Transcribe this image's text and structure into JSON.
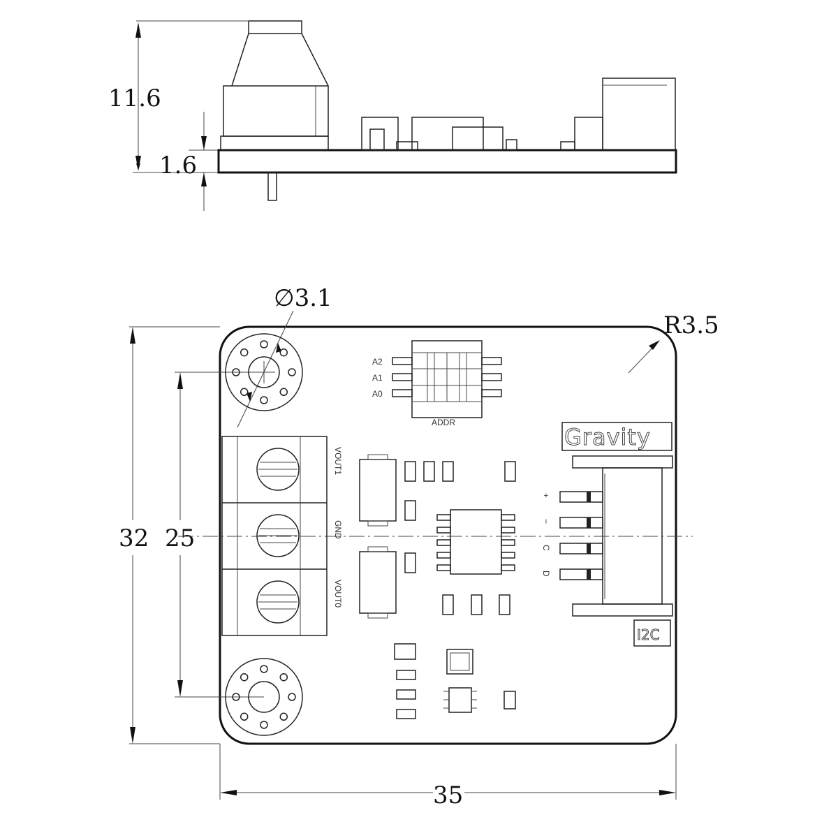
{
  "side_view": {
    "height_dim": "11.6",
    "thickness_dim": "1.6"
  },
  "top_view": {
    "hole_dim": "∅3.1",
    "corner_radius_dim": "R3.5",
    "height_dim": "32",
    "hole_spacing_dim": "25",
    "width_dim": "35",
    "terminal_labels": [
      "VOUT1",
      "GND",
      "VOUT0"
    ],
    "addr_pins": [
      "A2",
      "A1",
      "A0"
    ],
    "addr_label": "ADDR",
    "brand_label": "Gravity",
    "connector_pins": [
      "+",
      "−",
      "C",
      "D"
    ],
    "interface_label": "I2C"
  }
}
